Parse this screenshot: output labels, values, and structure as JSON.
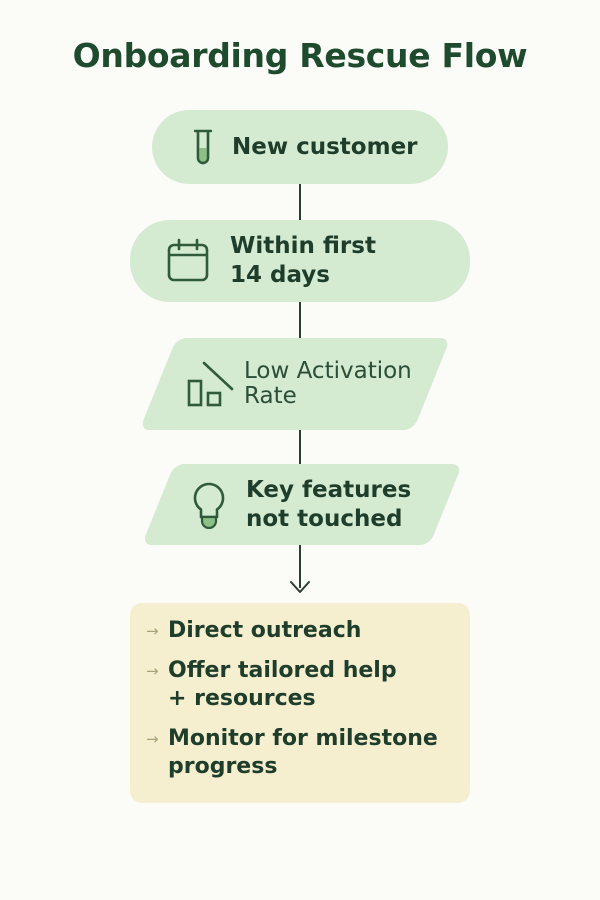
{
  "title": "Onboarding Rescue Flow",
  "nodes": [
    {
      "label": "New customer",
      "icon": "test-tube-icon"
    },
    {
      "label": "Within first\n14 days",
      "icon": "calendar-icon"
    },
    {
      "label": "Low Activation\nRate",
      "icon": "bar-chart-decline-icon"
    },
    {
      "label": "Key features\nnot touched",
      "icon": "lightbulb-icon"
    }
  ],
  "actions": {
    "items": [
      "Direct outreach",
      "Offer tailored help\n+ resources",
      "Monitor for milestone\nprogress"
    ]
  },
  "colors": {
    "title": "#1e4a2e",
    "node_fill": "#d4ead1",
    "action_fill": "#f6efcf",
    "connector": "#2a3d30",
    "icon_stroke": "#2f5a3c"
  }
}
